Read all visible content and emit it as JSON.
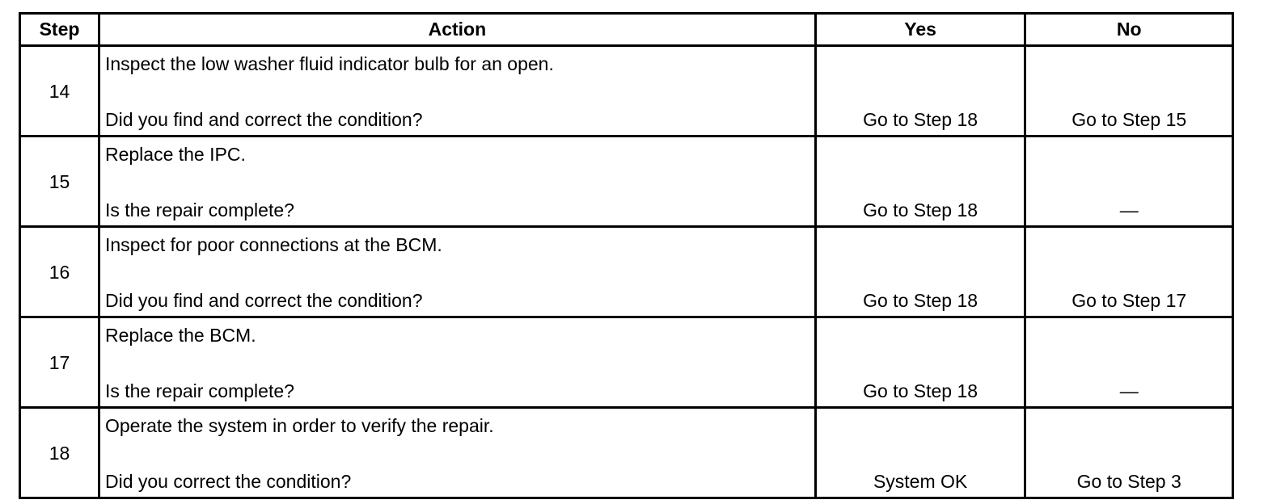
{
  "table": {
    "headers": {
      "step": "Step",
      "action": "Action",
      "yes": "Yes",
      "no": "No"
    },
    "rows": [
      {
        "step": "14",
        "instruction": "Inspect the low washer fluid indicator bulb for an open.",
        "question": "Did you find and correct the condition?",
        "yes": "Go to Step 18",
        "no": "Go to Step 15"
      },
      {
        "step": "15",
        "instruction": "Replace the IPC.",
        "question": "Is the repair complete?",
        "yes": "Go to Step 18",
        "no": "—"
      },
      {
        "step": "16",
        "instruction": "Inspect for poor connections at the BCM.",
        "question": "Did you find and correct the condition?",
        "yes": "Go to Step 18",
        "no": "Go to Step 17"
      },
      {
        "step": "17",
        "instruction": "Replace the BCM.",
        "question": "Is the repair complete?",
        "yes": "Go to Step 18",
        "no": "—"
      },
      {
        "step": "18",
        "instruction": "Operate the system in order to verify the repair.",
        "question": "Did you correct the condition?",
        "yes": "System OK",
        "no": "Go to Step 3"
      }
    ]
  }
}
